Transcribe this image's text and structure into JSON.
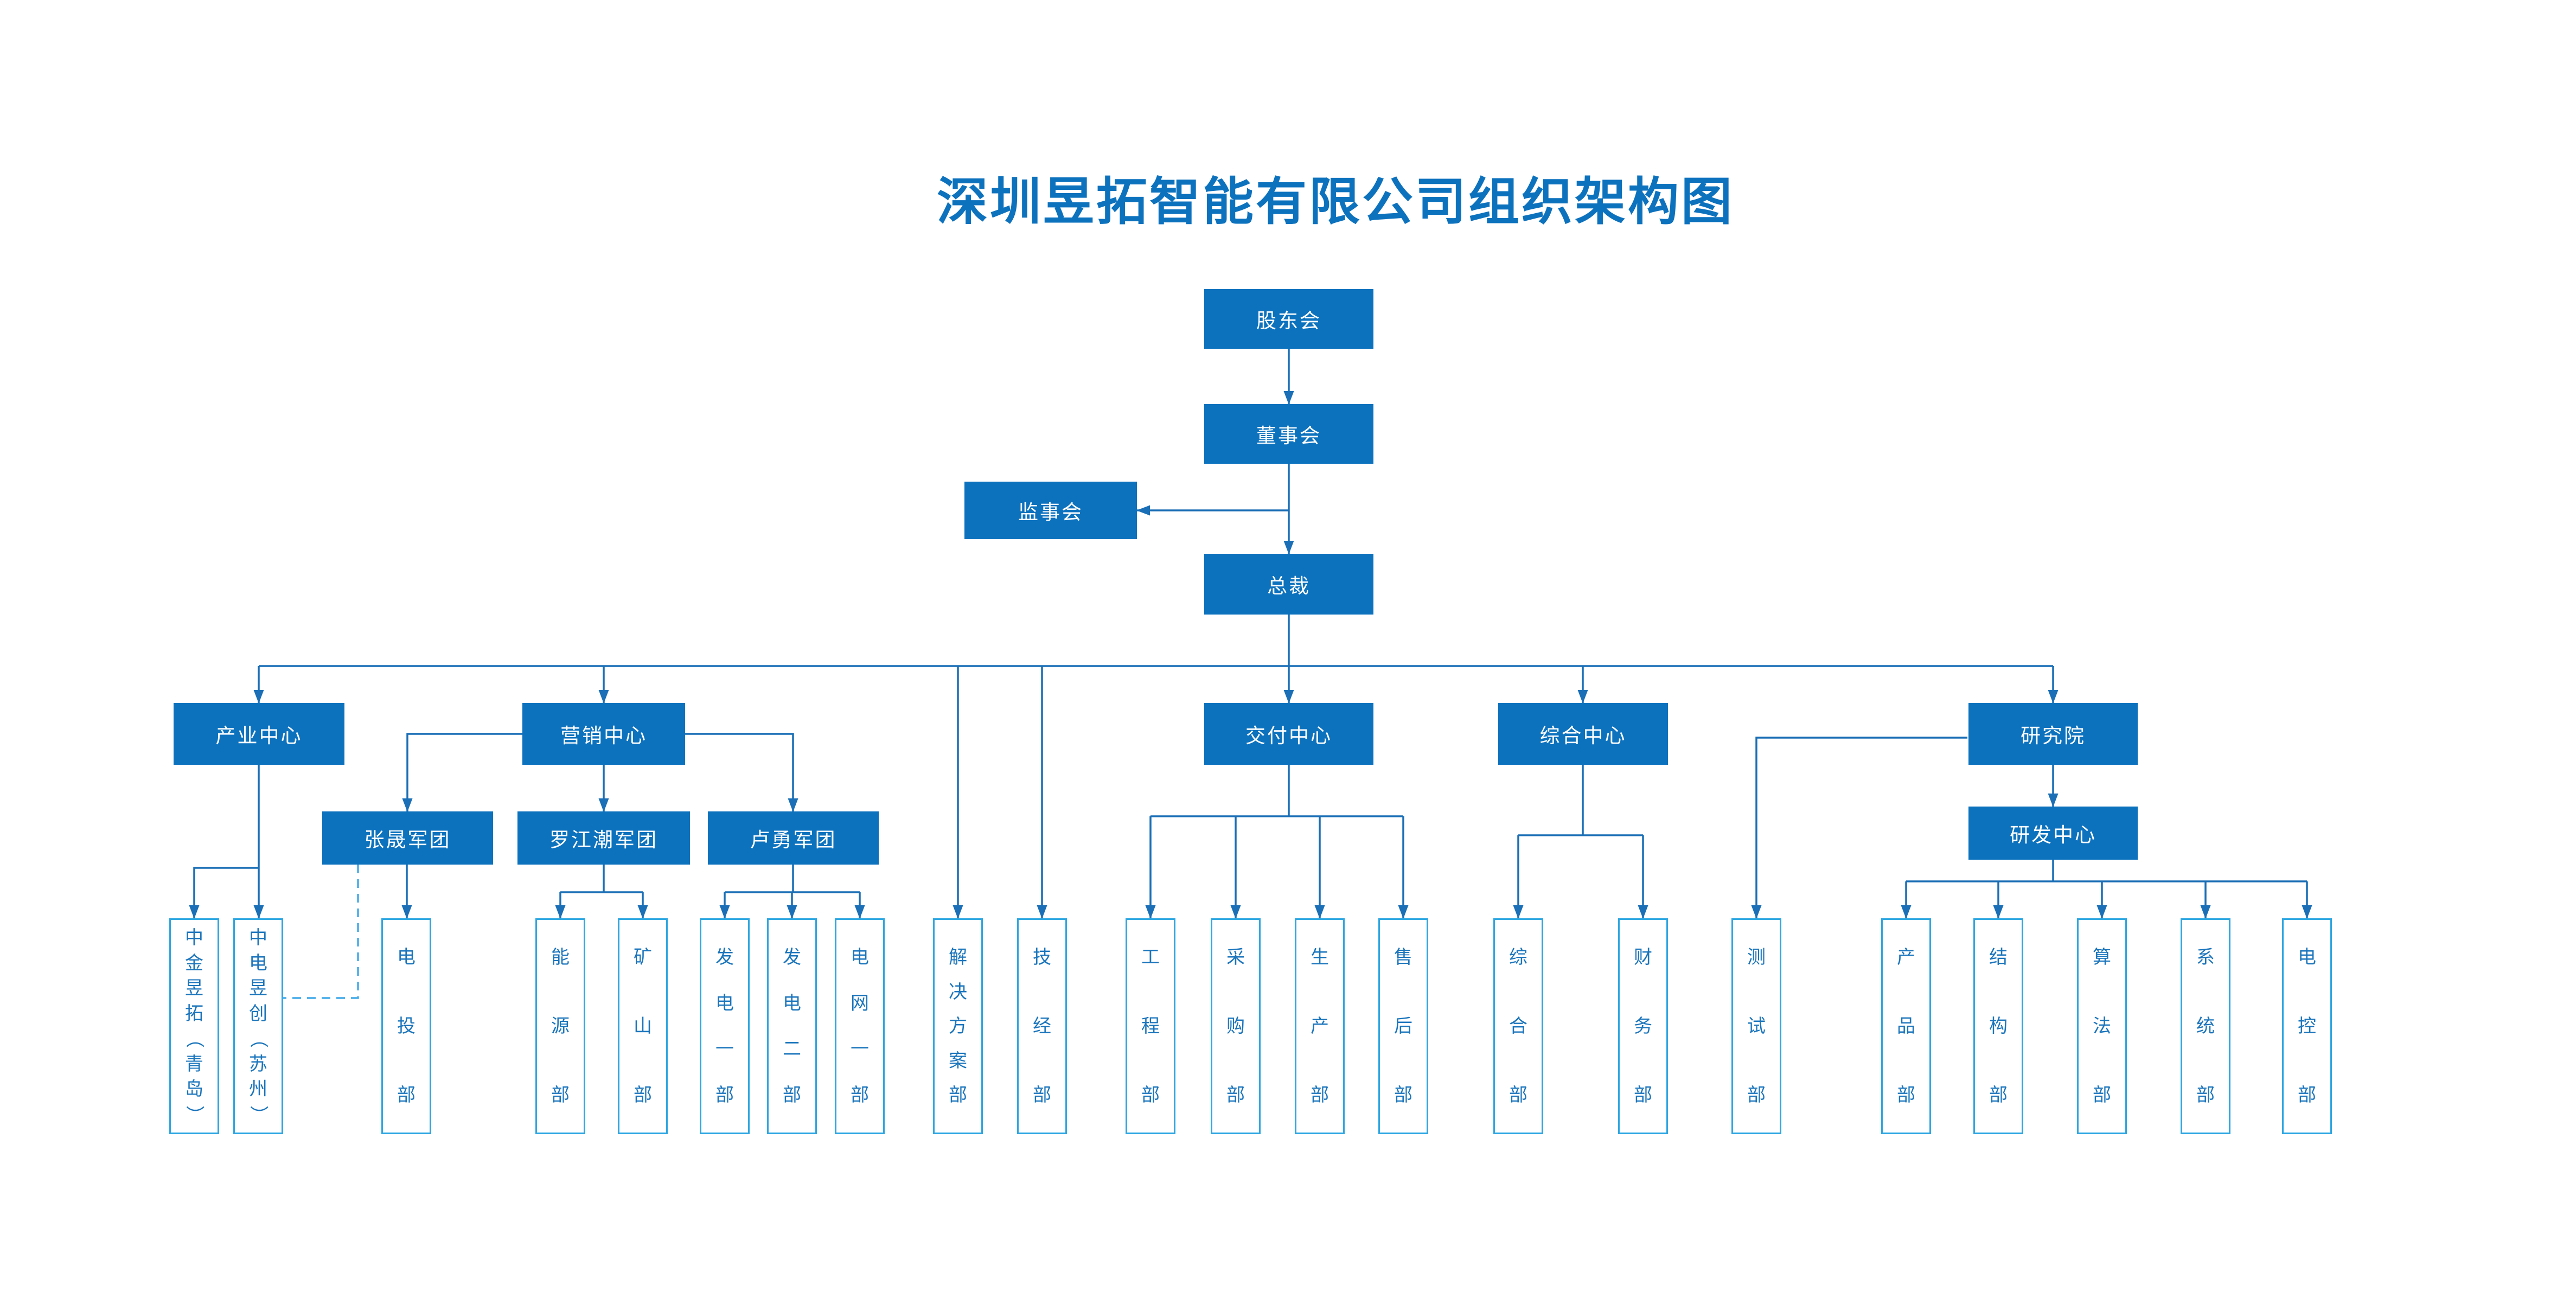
{
  "title": "深圳昱拓智能有限公司组织架构图",
  "nodes": {
    "shareholders": {
      "label": "股东会"
    },
    "board": {
      "label": "董事会"
    },
    "supervisory": {
      "label": "监事会"
    },
    "president": {
      "label": "总裁"
    },
    "industry_center": {
      "label": "产业中心"
    },
    "marketing_center": {
      "label": "营销中心"
    },
    "delivery_center": {
      "label": "交付中心"
    },
    "general_center": {
      "label": "综合中心"
    },
    "research_institute": {
      "label": "研究院"
    },
    "zhangsheng_corps": {
      "label": "张晟军团"
    },
    "luojiangchao_corps": {
      "label": "罗江潮军团"
    },
    "luyong_corps": {
      "label": "卢勇军团"
    },
    "rd_center": {
      "label": "研发中心"
    }
  },
  "departments": [
    {
      "label": "中金昱拓（青岛）"
    },
    {
      "label": "中电昱创（苏州）"
    },
    {
      "label": "电投部"
    },
    {
      "label": "能源部"
    },
    {
      "label": "矿山部"
    },
    {
      "label": "发电一部"
    },
    {
      "label": "发电二部"
    },
    {
      "label": "电网一部"
    },
    {
      "label": "解决方案部"
    },
    {
      "label": "技经部"
    },
    {
      "label": "工程部"
    },
    {
      "label": "采购部"
    },
    {
      "label": "生产部"
    },
    {
      "label": "售后部"
    },
    {
      "label": "综合部"
    },
    {
      "label": "财务部"
    },
    {
      "label": "测试部"
    },
    {
      "label": "产品部"
    },
    {
      "label": "结构部"
    },
    {
      "label": "算法部"
    },
    {
      "label": "系统部"
    },
    {
      "label": "电控部"
    }
  ],
  "colors": {
    "box_fill": "#0D72BE",
    "connector_line": "#1A6FB6",
    "light_border": "#2EA7E2",
    "department_text": "#1B75BC",
    "dashed_line": "#45ABE9",
    "title_text": "#0D72BE"
  }
}
